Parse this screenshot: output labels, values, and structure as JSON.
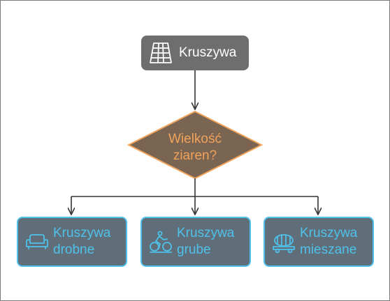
{
  "root": {
    "label": "Kruszywa",
    "icon": "tiles-icon"
  },
  "decision": {
    "line1": "Wielkość",
    "line2": "ziaren?"
  },
  "leaves": [
    {
      "line1": "Kruszywa",
      "line2": "drobne",
      "icon": "sofa-icon"
    },
    {
      "line1": "Kruszywa",
      "line2": "grube",
      "icon": "cyclist-icon"
    },
    {
      "line1": "Kruszywa",
      "line2": "mieszane",
      "icon": "cement-mixer-icon"
    }
  ],
  "colors": {
    "root_fill": "#6e6e6e",
    "decision_fill": "#7a6452",
    "decision_border": "#f0a35a",
    "leaf_fill": "#5f6e78",
    "leaf_border": "#4fc1ea",
    "edge": "#333333"
  }
}
